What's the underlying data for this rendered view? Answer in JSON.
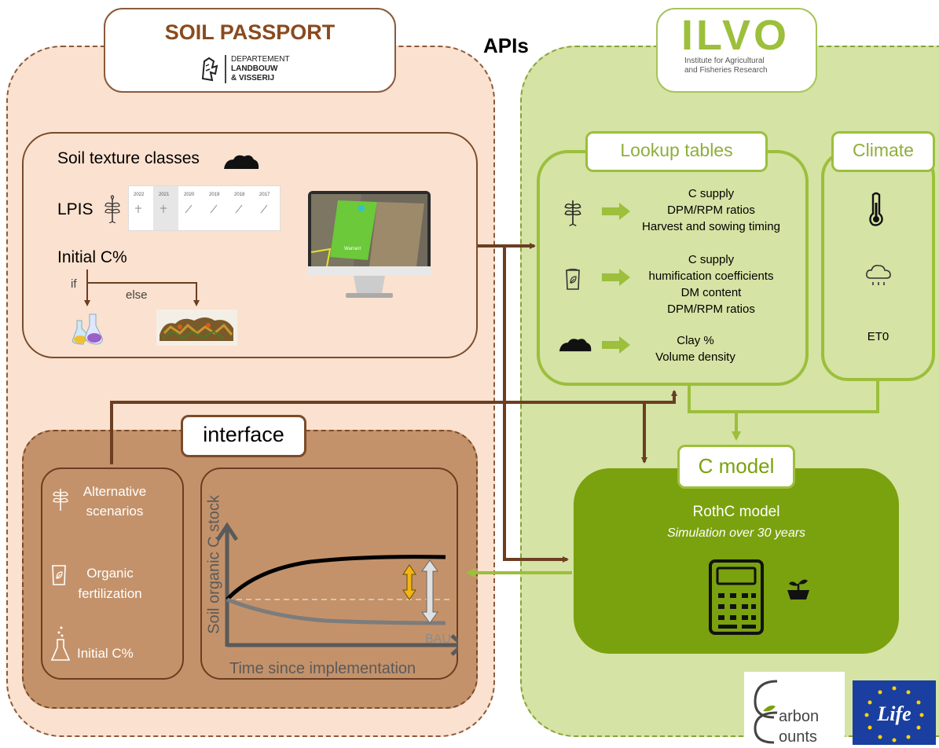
{
  "header": {
    "soil_passport": "SOIL PASSPORT",
    "dept_line1": "DEPARTEMENT",
    "dept_line2": "LANDBOUW",
    "dept_line3": "& VISSERIJ",
    "apis": "APIs",
    "ilvo": "ILVO",
    "ilvo_sub1": "Institute for Agricultural",
    "ilvo_sub2": "and Fisheries Research"
  },
  "soil": {
    "texture": "Soil texture classes",
    "lpis": "LPIS",
    "initial_c": "Initial C%",
    "if_label": "if",
    "else_label": "else",
    "lpis_years": [
      "2022",
      "2021",
      "2020",
      "2019",
      "2018",
      "2017"
    ],
    "field_label": "Warrant"
  },
  "lookup": {
    "title": "Lookup tables",
    "group1": [
      "C supply",
      "DPM/RPM ratios",
      "Harvest and sowing timing"
    ],
    "group2": [
      "C supply",
      "humification coefficients",
      "DM content",
      "DPM/RPM ratios"
    ],
    "group3": [
      "Clay %",
      "Volume density"
    ]
  },
  "climate": {
    "title": "Climate",
    "et0": "ET0"
  },
  "cmodel": {
    "title": "C model",
    "name": "RothC model",
    "sub": "Simulation over 30 years"
  },
  "interface": {
    "title": "interface",
    "scenario1a": "Alternative",
    "scenario1b": "scenarios",
    "scenario2a": "Organic",
    "scenario2b": "fertilization",
    "scenario3": "Initial C%",
    "yaxis": "Soil organic C stock",
    "xaxis": "Time since implementation",
    "bau": "BAU"
  },
  "logos": {
    "carbon1": "arbon",
    "carbon2": "ounts",
    "life": "Life"
  },
  "colors": {
    "brown": "#7a4b2a",
    "dark_brown": "#6b3e22",
    "green": "#9cbf3c",
    "cmodel_green": "#7aa10e",
    "peach": "#fbe1cf"
  }
}
